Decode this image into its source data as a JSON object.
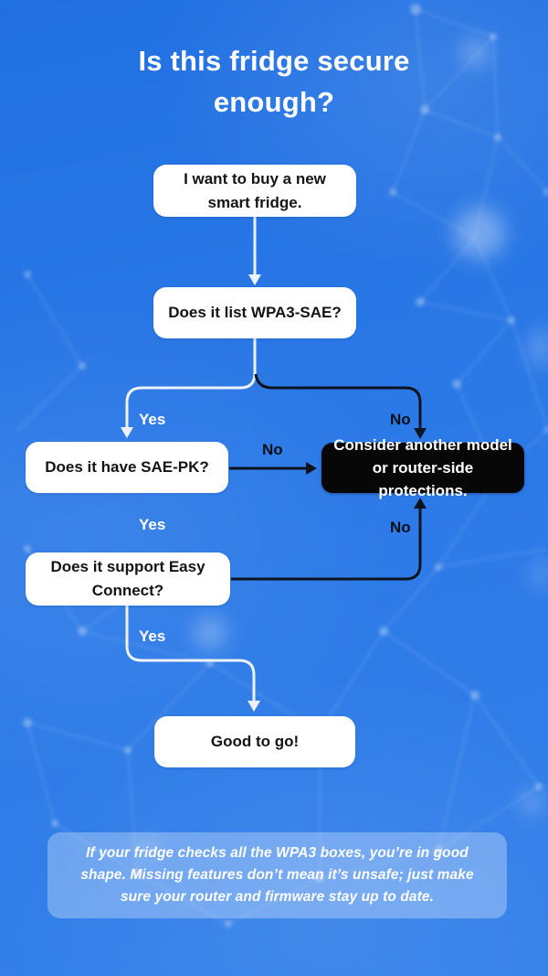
{
  "title": "Is this fridge secure enough?",
  "flowchart": {
    "nodes": {
      "start": {
        "label": "I want to buy a new smart fridge."
      },
      "wpa3": {
        "label": "Does it list WPA3-SAE?"
      },
      "saepk": {
        "label": "Does it have SAE-PK?"
      },
      "easy_connect": {
        "label": "Does it support Easy Connect?"
      },
      "consider": {
        "label": "Consider another model or router-side protections."
      },
      "good": {
        "label": "Good to go!"
      }
    },
    "edge_labels": {
      "wpa3_yes": "Yes",
      "wpa3_no": "No",
      "saepk_no": "No",
      "saepk_yes": "Yes",
      "easy_no": "No",
      "easy_yes": "Yes"
    }
  },
  "note": "If your fridge checks all the WPA3 boxes, you’re in good shape. Missing features don’t mean it’s unsafe; just make sure your router and firmware stay up to date.",
  "colors": {
    "background_blue": "#2b79e7",
    "node_fill": "#ffffff",
    "node_text": "#141414",
    "alert_fill": "#070707",
    "alert_text": "#ffffff",
    "connector_light": "#eef2f6",
    "connector_dark": "#0d1420",
    "note_background": "rgba(240,246,255,0.32)"
  }
}
